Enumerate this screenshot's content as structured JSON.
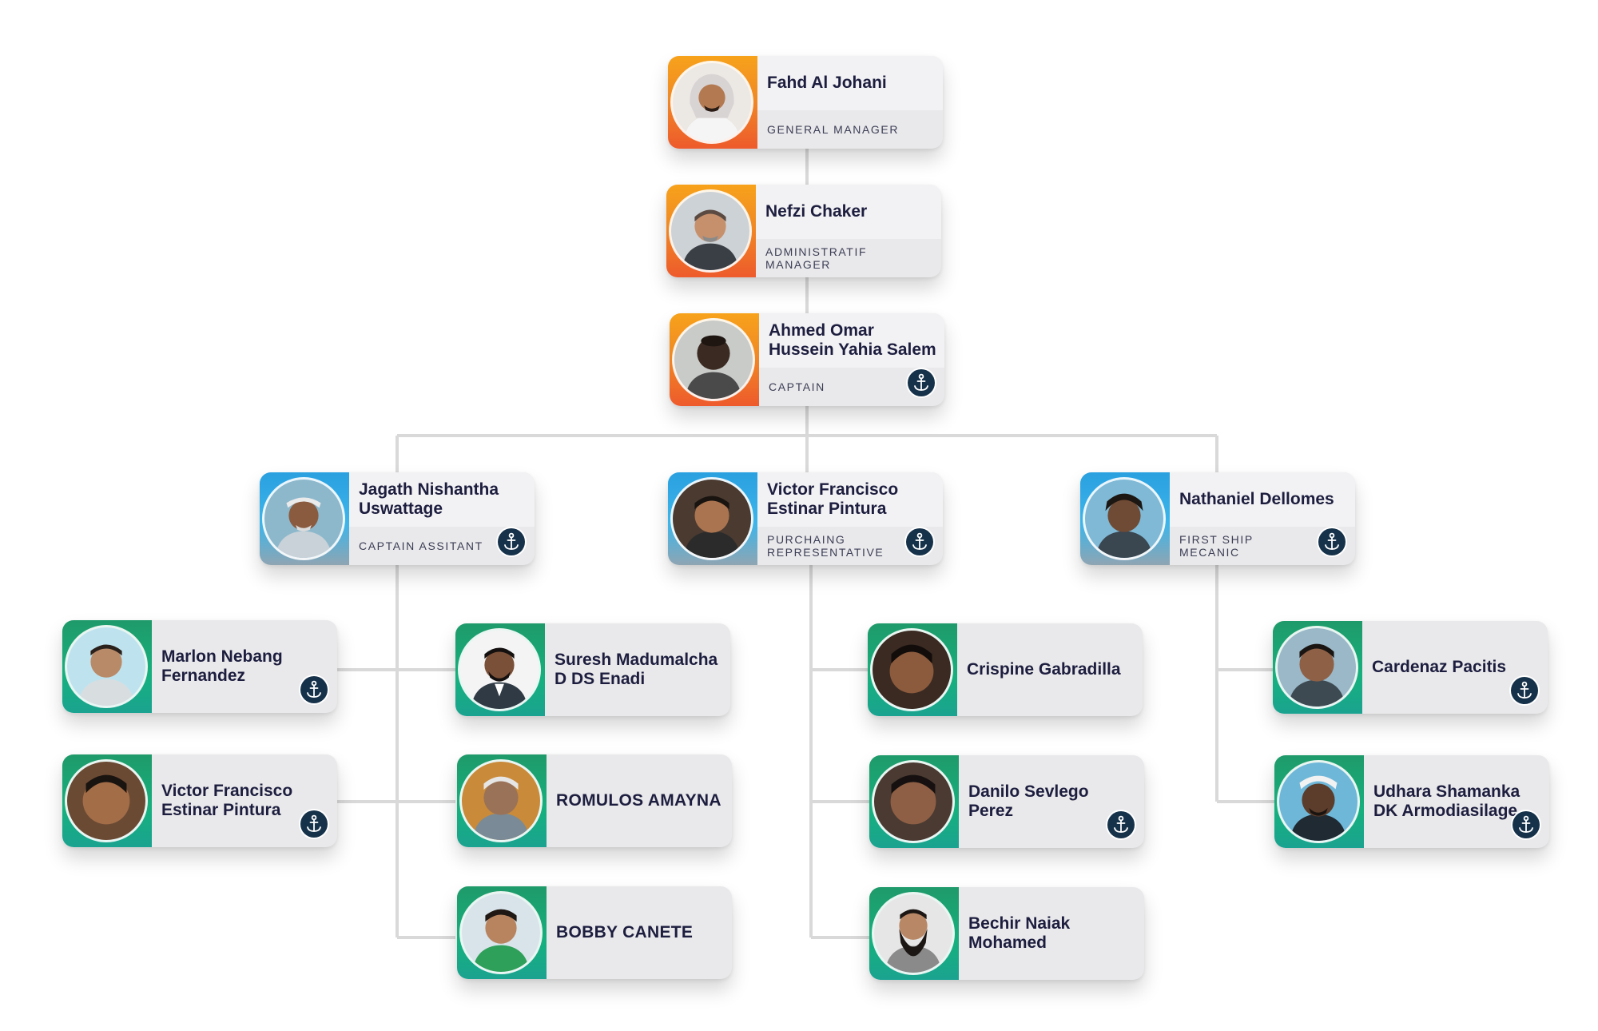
{
  "org_chart": {
    "nodes": [
      {
        "name": "Fahd Al Johani",
        "role": "GENERAL MANAGER",
        "badge": false
      },
      {
        "name": "Nefzi Chaker",
        "role": "ADMINISTRATIF MANAGER",
        "badge": false
      },
      {
        "name": "Ahmed Omar Hussein Yahia Salem",
        "role": "CAPTAIN",
        "badge": true
      },
      {
        "name": "Jagath Nishantha Uswattage",
        "role": "CAPTAIN ASSITANT",
        "badge": true
      },
      {
        "name": "Victor Francisco Estinar Pintura",
        "role": "PURCHAING REPRESENTATIVE",
        "badge": true
      },
      {
        "name": "Nathaniel Dellomes",
        "role": "FIRST SHIP MECANIC",
        "badge": true
      },
      {
        "name": "Marlon Nebang Fernandez",
        "role": "",
        "badge": true
      },
      {
        "name": "Suresh Madumalcha D DS Enadi",
        "role": "",
        "badge": false
      },
      {
        "name": "Victor Francisco Estinar Pintura",
        "role": "",
        "badge": true
      },
      {
        "name": "ROMULOS AMAYNA",
        "role": "",
        "badge": false
      },
      {
        "name": "BOBBY CANETE",
        "role": "",
        "badge": false
      },
      {
        "name": "Crispine Gabradilla",
        "role": "",
        "badge": false
      },
      {
        "name": "Danilo Sevlego Perez",
        "role": "",
        "badge": true
      },
      {
        "name": "Bechir Naiak Mohamed",
        "role": "",
        "badge": false
      },
      {
        "name": "Cardenaz Pacitis",
        "role": "",
        "badge": true
      },
      {
        "name": "Udhara Shamanka DK Armodiasilage",
        "role": "",
        "badge": true
      }
    ]
  },
  "colors": {
    "name_text": "#1d1e3f",
    "role_text": "#3b3d55",
    "connector": "#d8d8d8",
    "card_bg": "#e9e9eb",
    "orange_panel": "#f08a24",
    "blue_panel": "#3cb5ea",
    "green_panel": "#16b07e",
    "anchor_badge": "#16324a"
  },
  "icons": {
    "badge": "anchor-icon",
    "photo": "person-avatar-icon"
  }
}
